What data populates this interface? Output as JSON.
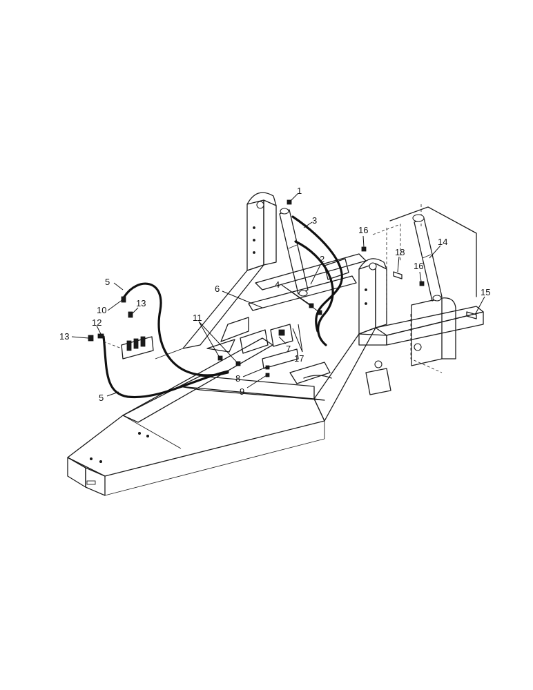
{
  "callouts": [
    {
      "id": "c1",
      "label": "1"
    },
    {
      "id": "c2",
      "label": "2"
    },
    {
      "id": "c3",
      "label": "3"
    },
    {
      "id": "c4",
      "label": "4"
    },
    {
      "id": "c5a",
      "label": "5"
    },
    {
      "id": "c5b",
      "label": "5"
    },
    {
      "id": "c6",
      "label": "6"
    },
    {
      "id": "c7",
      "label": "7"
    },
    {
      "id": "c8",
      "label": "8"
    },
    {
      "id": "c9",
      "label": "9"
    },
    {
      "id": "c10",
      "label": "10"
    },
    {
      "id": "c11",
      "label": "11"
    },
    {
      "id": "c12",
      "label": "12"
    },
    {
      "id": "c13a",
      "label": "13"
    },
    {
      "id": "c13b",
      "label": "13"
    },
    {
      "id": "c14",
      "label": "14"
    },
    {
      "id": "c15",
      "label": "15"
    },
    {
      "id": "c16a",
      "label": "16"
    },
    {
      "id": "c16b",
      "label": "16"
    },
    {
      "id": "c17",
      "label": "17"
    },
    {
      "id": "c18",
      "label": "18"
    }
  ]
}
